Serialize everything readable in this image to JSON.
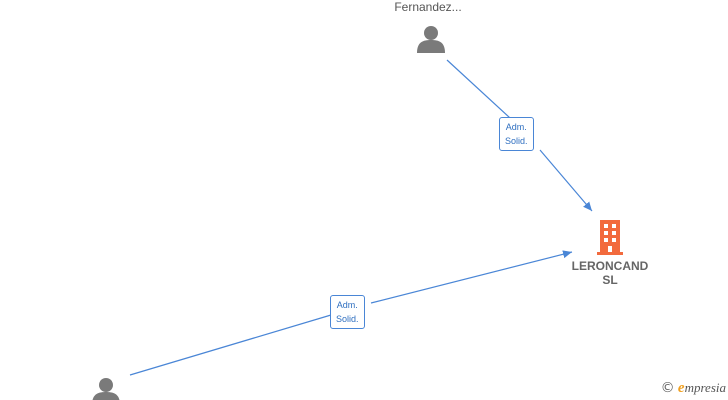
{
  "nodes": {
    "person_top": {
      "label": "Fernandez..."
    },
    "person_bottom": {
      "label": ""
    },
    "company": {
      "label_line1": "LERONCAND",
      "label_line2": "SL"
    }
  },
  "edges": [
    {
      "from": "person_top",
      "to": "company",
      "label_line1": "Adm.",
      "label_line2": "Solid."
    },
    {
      "from": "person_bottom",
      "to": "company",
      "label_line1": "Adm.",
      "label_line2": "Solid."
    }
  ],
  "colors": {
    "edge": "#4a86d6",
    "person_icon": "#7a7a7a",
    "company_icon": "#f26a3d"
  },
  "icons": {
    "person": "person-icon",
    "company": "building-icon",
    "copyright": "copyright-icon"
  },
  "brand": {
    "copyright_symbol": "©",
    "initial": "e",
    "name_rest": "mpresia"
  }
}
